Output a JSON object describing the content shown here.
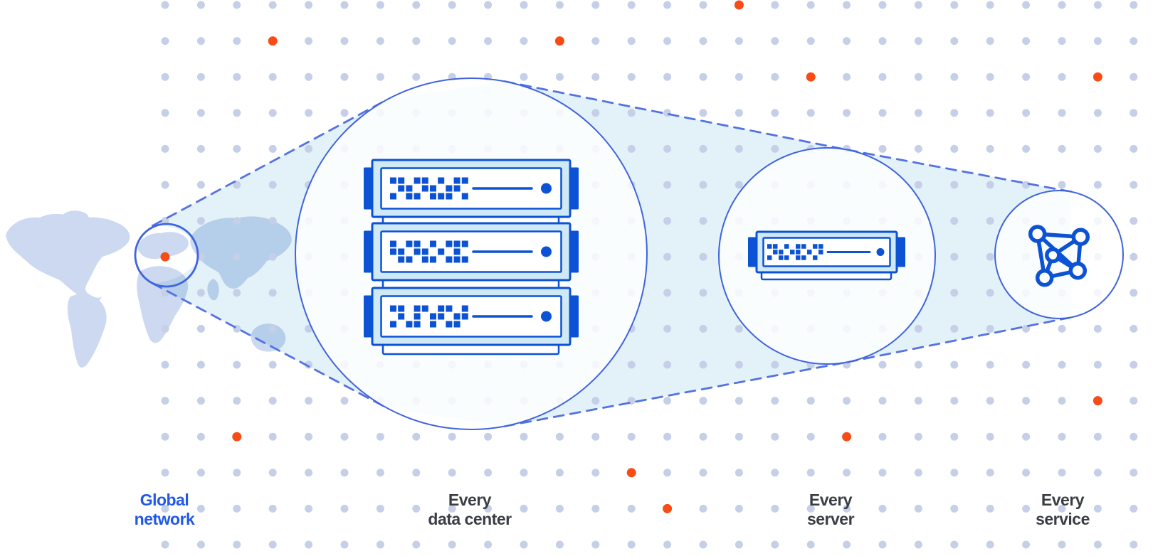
{
  "diagram": {
    "description": "Global network zoom diagram: world map region expanding to data center, server, and service",
    "stages": [
      {
        "id": "global-network",
        "label_line1": "Global",
        "label_line2": "network",
        "icon": "world-map-region-marker-icon"
      },
      {
        "id": "every-data-center",
        "label_line1": "Every",
        "label_line2": "data center",
        "icon": "server-rack-icon"
      },
      {
        "id": "every-server",
        "label_line1": "Every",
        "label_line2": "server",
        "icon": "server-unit-icon"
      },
      {
        "id": "every-service",
        "label_line1": "Every",
        "label_line2": "service",
        "icon": "network-graph-icon"
      }
    ]
  },
  "colors": {
    "background": "#ffffff",
    "accent_text": "#2158e8",
    "dark_text": "#3a3e44",
    "outline": "#4064dd",
    "dash": "#5472e3",
    "device": "#0c52d4",
    "device_fill": "#cfe9f7",
    "cone": "#e3f2f8",
    "grid_dot": "#c5d0e8",
    "orange_dot": "#f94b16",
    "map": "#ccd9f1"
  }
}
